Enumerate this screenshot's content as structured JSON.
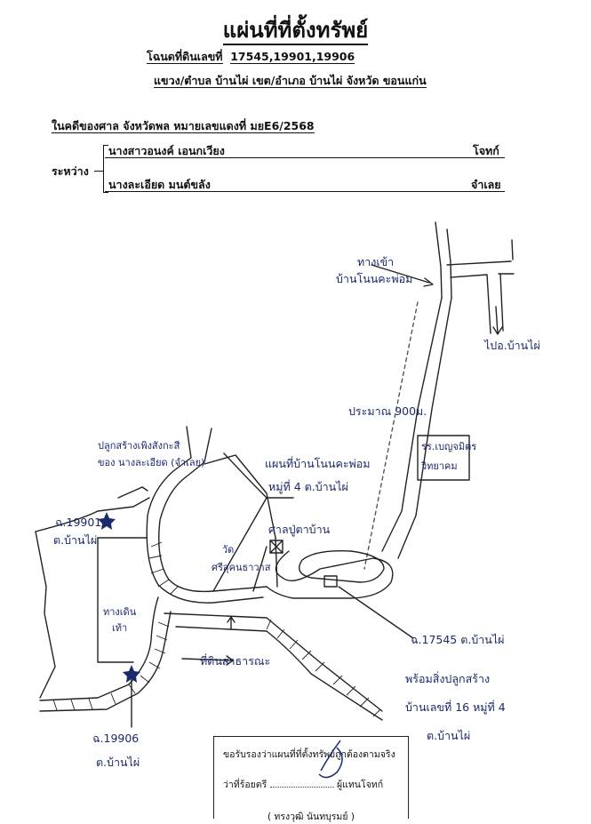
{
  "header": {
    "title": "แผ่นที่ที่ตั้งทรัพย์",
    "deed_label": "โฉนดที่ดินเลขที่",
    "deed_numbers": "17545,19901,19906",
    "location": "แขวง/ตำบล  บ้านไผ่  เขต/อำเภอ  บ้านไผ่  จังหวัด ขอนแก่น"
  },
  "case": {
    "text": "ในคดีของศาล  จังหวัดพล  หมายเลขแดงที่ มยE6/2568",
    "between_label": "ระหว่าง",
    "plaintiff_name": "นางสาวอนงค์ เอนกเวียง",
    "plaintiff_role": "โจทก์",
    "defendant_name": "นางละเอียด มนต์ขลัง",
    "defendant_role": "จำเลย"
  },
  "map": {
    "note_intersection_1": "ทางเข้า",
    "note_intersection_2": "บ้านโนนคะพ่อม",
    "note_to_banphai": "ไปอ.บ้านไผ่",
    "note_distance": "ประมาณ 900ม.",
    "school_1": "รร.เบญจมิตร",
    "school_2": "วิทยาคม",
    "note_village_1": "แผนที่บ้านโนนคะพ่อม",
    "note_village_2": "หมู่ที่ 4 ต.บ้านไผ่",
    "shrine": "ศาลปู่ตาบ้าน",
    "temple_1": "วัด",
    "temple_2": "ศรีสุคนธาวาส",
    "note_hut_1": "ปลูกสร้างเพิงสังกะสี",
    "note_hut_2": "ของ นางละเอียด (จำเลย)",
    "deed_19901_1": "ฉ.19901",
    "deed_19901_2": "ต.บ้านไผ่",
    "walkway_1": "ทางเดิน",
    "walkway_2": "เท้า",
    "public_land": "ที่ดินสาธารณะ",
    "deed_17545_1": "ฉ.17545 ต.บ้านไผ่",
    "deed_17545_2": "พร้อมสิ่งปลูกสร้าง",
    "deed_17545_3": "บ้านเลขที่ 16 หมู่ที่ 4",
    "deed_17545_4": "ต.บ้านไผ่",
    "deed_19906_1": "ฉ.19906",
    "deed_19906_2": "ต.บ้านไผ่"
  },
  "certification": {
    "line1": "ขอรับรองว่าแผนที่ที่ตั้งทรัพย์ถูกต้องตามจริง",
    "line2_prefix": "ว่าที่ร้อยตรี",
    "line2_suffix": "ผู้แทนโจทก์",
    "line3": "( ทรงวุฒิ  นันทบุรมย์ )"
  }
}
